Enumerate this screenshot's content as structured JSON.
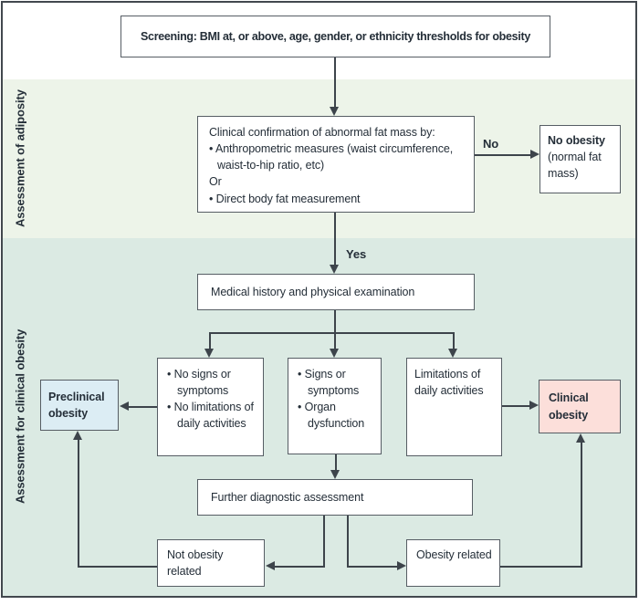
{
  "sections": {
    "adiposity_label": "Assessment of adiposity",
    "clinical_label": "Assessment for clinical obesity"
  },
  "nodes": {
    "screening": "Screening: BMI at, or above, age, gender, or ethnicity thresholds for obesity",
    "confirmation": {
      "intro": "Clinical confirmation of abnormal fat mass by:",
      "bullet1_line1": "• Anthropometric measures (waist circumference,",
      "bullet1_line2": "waist-to-hip ratio, etc)",
      "or": "Or",
      "bullet2": "• Direct body fat measurement"
    },
    "no_obesity": {
      "title": "No obesity",
      "subtitle": "(normal fat mass)"
    },
    "medical_history": "Medical history and physical examination",
    "no_signs": {
      "bullet1": "• No signs or symptoms",
      "bullet2": "• No limitations of daily activities"
    },
    "signs": {
      "bullet1": "• Signs or symptoms",
      "bullet2": "• Organ dysfunction"
    },
    "limitations": "Limitations of daily activities",
    "preclinical": "Preclinical obesity",
    "clinical": "Clinical obesity",
    "further": "Further diagnostic assessment",
    "not_obesity_related": "Not obesity related",
    "obesity_related": "Obesity related"
  },
  "edge_labels": {
    "no": "No",
    "yes": "Yes"
  },
  "colors": {
    "band_adiposity": "#edf4e9",
    "band_clinical": "#dbeae3",
    "preclinical_fill": "#dcedf4",
    "clinical_fill": "#fcdfda",
    "line": "#3d444b",
    "text": "#242e38",
    "box_border": "#565d64"
  }
}
